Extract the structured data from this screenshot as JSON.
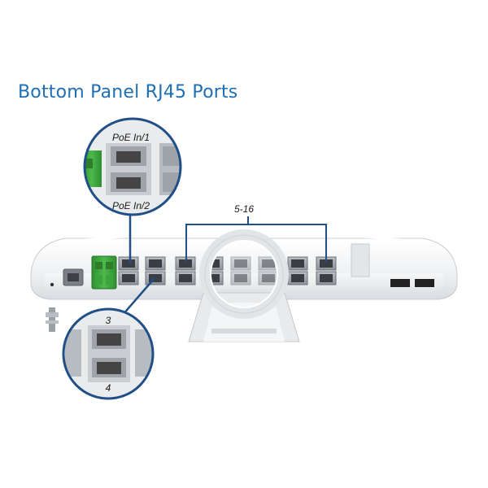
{
  "title": "Bottom Panel RJ45 Ports",
  "labels": {
    "poe_in_1": "PoE In/1",
    "poe_in_2": "PoE In/2",
    "ports_5_16": "5-16",
    "port_3": "3",
    "port_4": "4"
  },
  "colors": {
    "title": "#1f6fb2",
    "callout_ring": "#1f4f86",
    "leader_line": "#1f4f86",
    "terminal_block": "#3aa33a",
    "housing": "#f1f2f3"
  }
}
